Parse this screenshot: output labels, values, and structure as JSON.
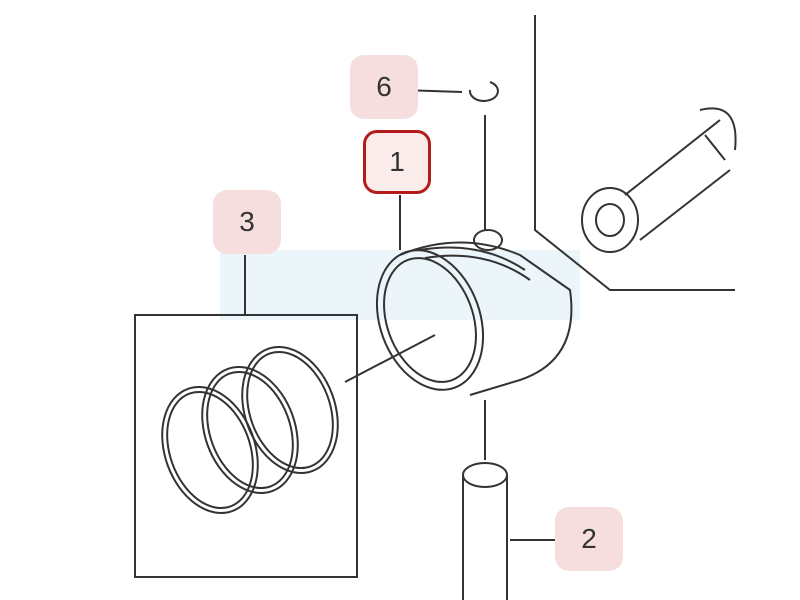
{
  "diagram": {
    "callouts": [
      {
        "id": "6",
        "label": "6",
        "part": "circlip"
      },
      {
        "id": "1",
        "label": "1",
        "part": "piston",
        "selected": true
      },
      {
        "id": "3",
        "label": "3",
        "part": "piston-ring-set"
      },
      {
        "id": "2",
        "label": "2",
        "part": "piston-pin"
      }
    ],
    "colors": {
      "highlight": "#f6dede",
      "selected_border": "#b41c1c",
      "line": "#333333"
    }
  }
}
